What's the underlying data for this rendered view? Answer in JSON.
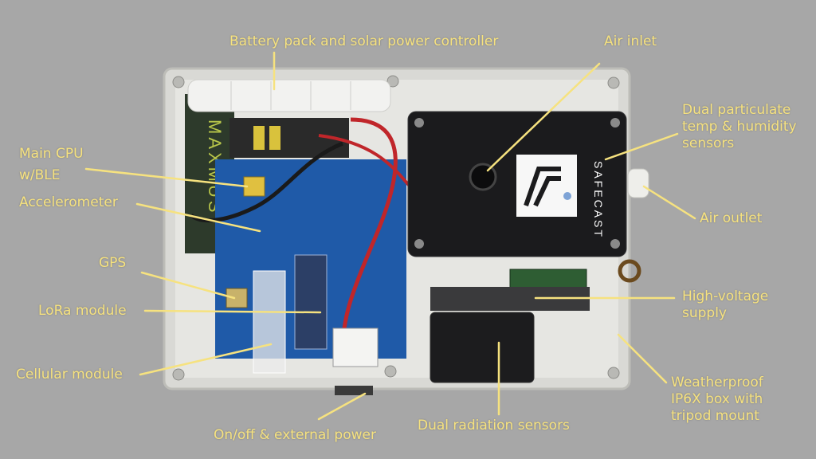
{
  "labels": {
    "battery": "Battery pack and solar power controller",
    "air_inlet": "Air inlet",
    "particulate": "Dual particulate\ntemp & humidity\nsensors",
    "main_cpu": "Main CPU\nw/BLE",
    "accelerometer": "Accelerometer",
    "air_outlet": "Air outlet",
    "gps": "GPS",
    "lora": "LoRa module",
    "hv_supply": "High-voltage\nsupply",
    "cellular": "Cellular module",
    "weatherproof": "Weatherproof\nIP6X box with\ntripod mount",
    "on_off": "On/off & external power",
    "radiation": "Dual radiation sensors"
  },
  "device": {
    "brand_text": "SAFECAST",
    "side_label": "MAXMUS"
  },
  "colors": {
    "background": "#a7a7a7",
    "label": "#f6e27f",
    "enclosure": "#dcdcd8",
    "pcb": "#1f5aa8",
    "sensor_box": "#1b1b1d"
  },
  "icons": {
    "logo": "safecast-logo"
  }
}
